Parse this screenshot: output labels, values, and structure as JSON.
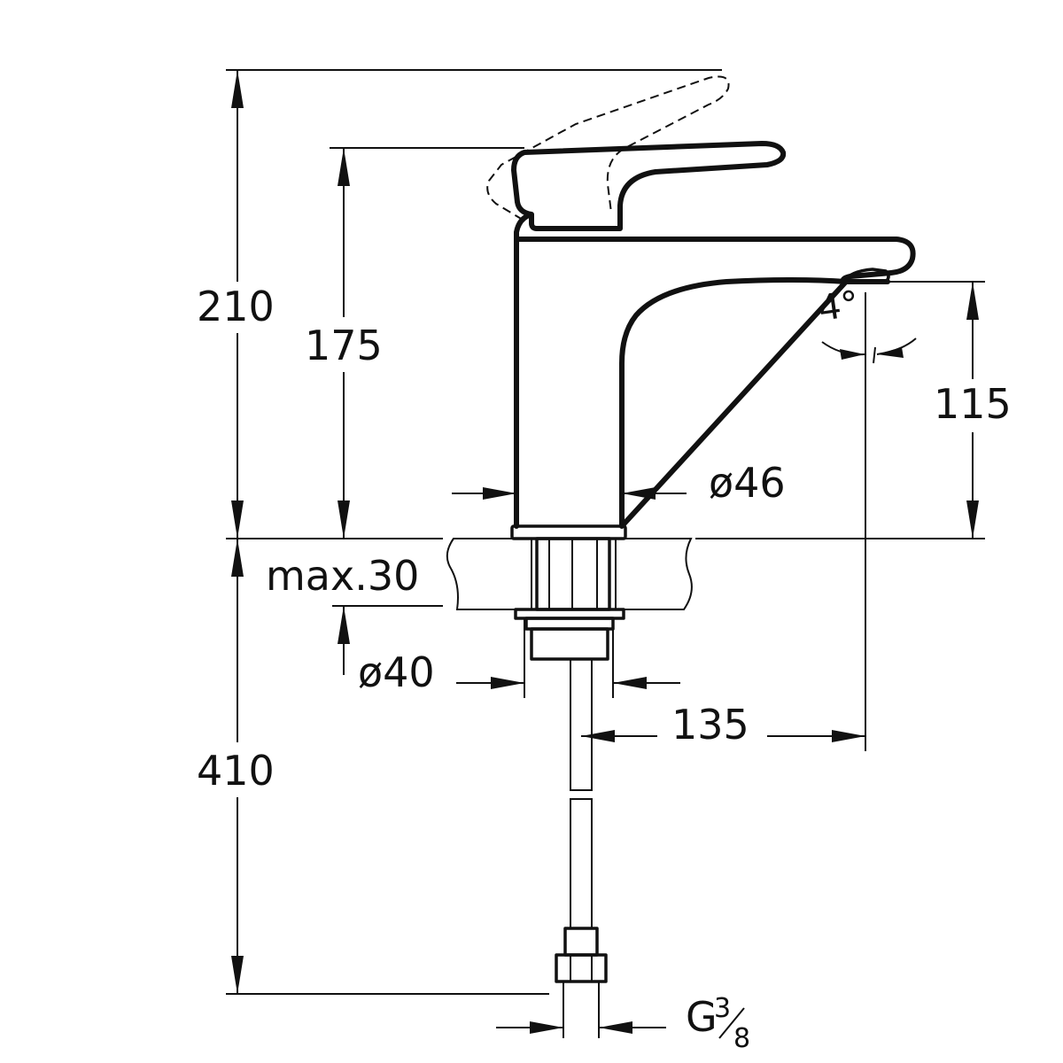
{
  "dimensions": {
    "total_height_above": "210",
    "lever_height": "175",
    "spout_height": "115",
    "body_diameter": "ø46",
    "max_deck_thickness": "max.30",
    "shank_diameter": "ø40",
    "spout_reach": "135",
    "hose_length": "410",
    "connection_thread_prefix": "G",
    "connection_thread_num": "3",
    "connection_thread_den": "8",
    "spout_angle": "4°"
  }
}
